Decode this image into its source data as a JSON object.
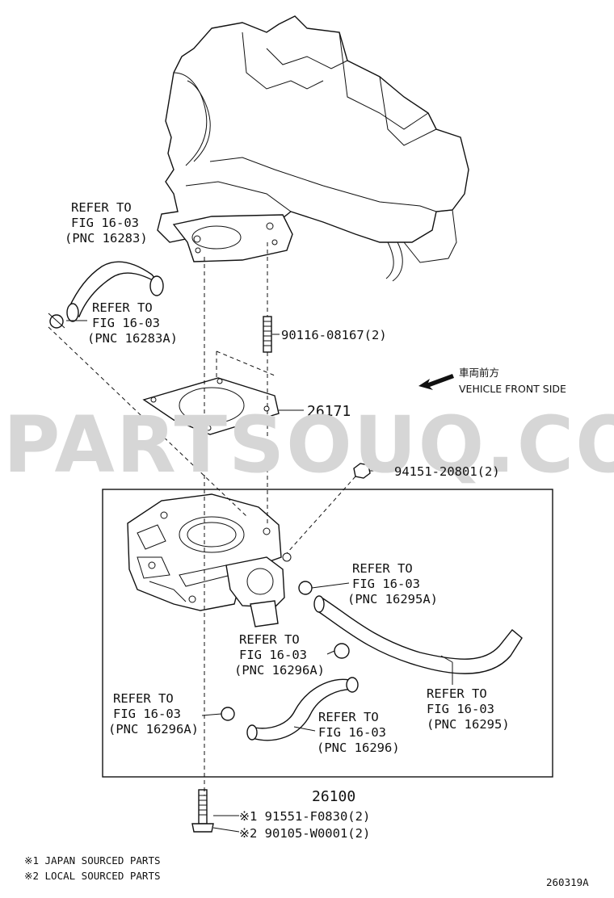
{
  "watermark": "PARTSOUQ.COM",
  "front_indicator": {
    "japanese": "車両前方",
    "english": "VEHICLE FRONT SIDE"
  },
  "callouts": {
    "c1": [
      "REFER TO",
      "FIG 16-03",
      "(PNC 16283)"
    ],
    "c2": [
      "REFER TO",
      "FIG 16-03",
      "(PNC 16283A)"
    ],
    "c3": [
      "REFER TO",
      "FIG 16-03",
      "(PNC 16295A)"
    ],
    "c4": [
      "REFER TO",
      "FIG 16-03",
      "(PNC 16296A)"
    ],
    "c5": [
      "REFER TO",
      "FIG 16-03",
      "(PNC 16295)"
    ],
    "c6": [
      "REFER TO",
      "FIG 16-03",
      "(PNC 16296A)"
    ],
    "c7": [
      "REFER TO",
      "FIG 16-03",
      "(PNC 16296)"
    ]
  },
  "parts": {
    "stud": "90116-08167(2)",
    "gasket": "26171",
    "nut": "94151-20801(2)",
    "throttle_body": "26100",
    "bolt1": "※1 91551-F0830(2)",
    "bolt2": "※2 90105-W0001(2)"
  },
  "notes": {
    "n1": "※1  JAPAN SOURCED PARTS",
    "n2": "※2  LOCAL SOURCED PARTS"
  },
  "diagram_id": "260319A"
}
